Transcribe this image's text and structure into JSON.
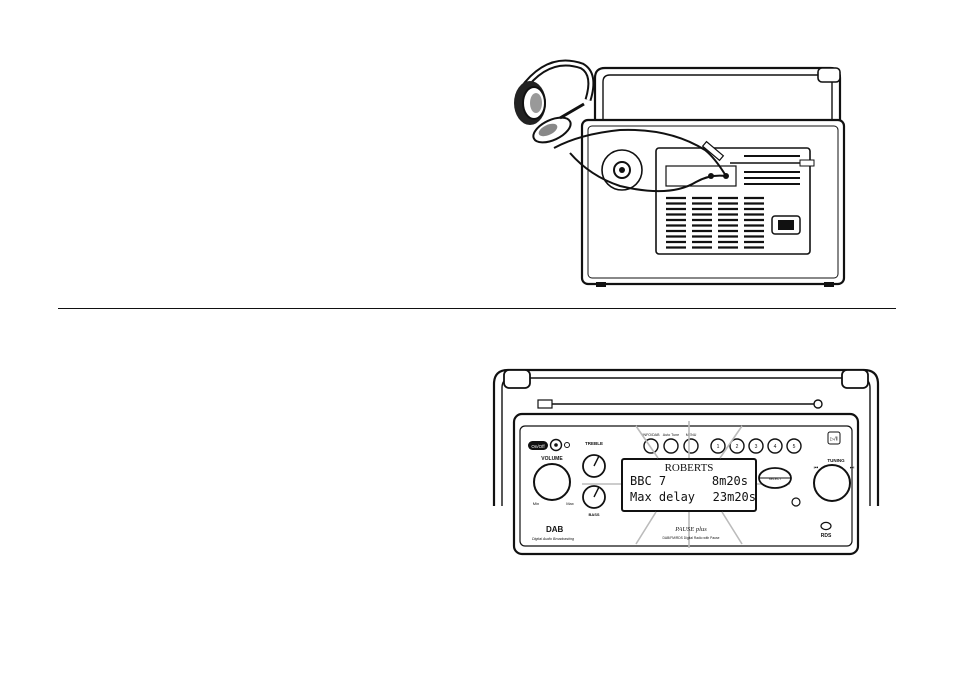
{
  "radio": {
    "brand": "ROBERTS",
    "display": {
      "line1_station": "BBC 7",
      "line1_time": "8m20s",
      "line2_label": "Max delay",
      "line2_time": "23m20s"
    },
    "labels": {
      "on_off": "On/Off",
      "volume": "VOLUME",
      "vol_min": "Min",
      "vol_max": "Max",
      "treble": "TREBLE",
      "bass": "BASS",
      "info": "INFO/DAB",
      "auto_tune": "Auto Tune",
      "menu": "MENU",
      "presets": [
        "1",
        "2",
        "3",
        "4",
        "5"
      ],
      "tuning": "TUNING",
      "select": "SELECT",
      "play_pause": "▷/‖",
      "rds": "RDS",
      "dab_logo": "DAB",
      "dab_caption": "Digital Audio Broadcasting",
      "model_name": "PAUSE plus",
      "model_caption": "DAB/FM/RDS Digital Radio with Pause"
    }
  }
}
